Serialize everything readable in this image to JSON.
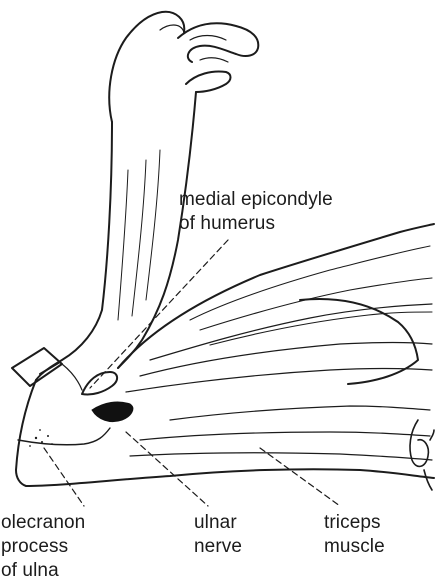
{
  "labels": {
    "medial_epicondyle": "medial epicondyle\nof humerus",
    "ulnar_nerve": "ulnar\nnerve",
    "triceps_muscle": "triceps\nmuscle",
    "olecranon_process": "olecranon\nprocess\nof ulna"
  },
  "colors": {
    "ink": "#1c1c1c",
    "background": "#ffffff",
    "nerve_fill": "#111111"
  }
}
